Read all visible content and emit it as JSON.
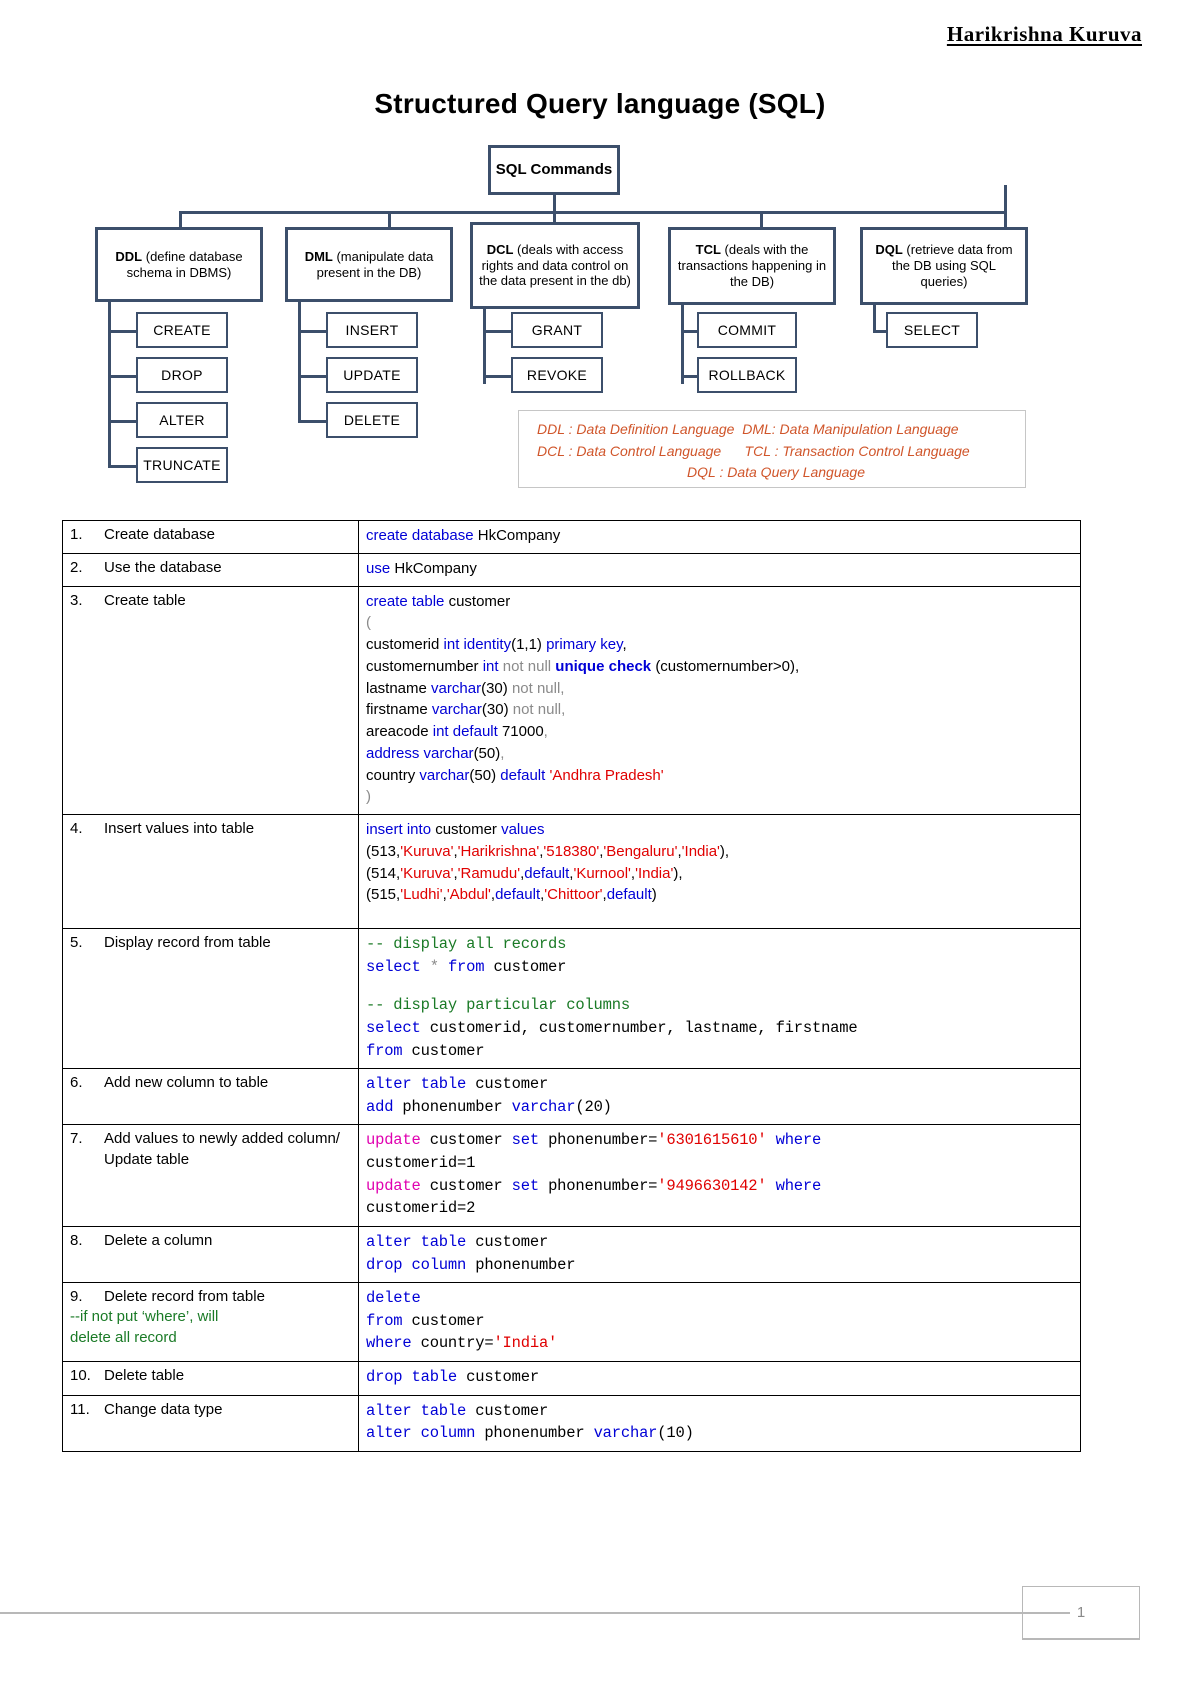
{
  "header": {
    "author": "Harikrishna Kuruva",
    "title": "Structured Query language (SQL)"
  },
  "diagram": {
    "root": "SQL Commands",
    "branches": [
      {
        "code": "DDL",
        "desc": " (define database schema in DBMS)",
        "leaves": [
          "CREATE",
          "DROP",
          "ALTER",
          "TRUNCATE"
        ]
      },
      {
        "code": "DML",
        "desc": " (manipulate data present in the DB)",
        "leaves": [
          "INSERT",
          "UPDATE",
          "DELETE"
        ]
      },
      {
        "code": "DCL",
        "desc": " (deals with access rights and data control on the data present in the db)",
        "leaves": [
          "GRANT",
          "REVOKE"
        ]
      },
      {
        "code": "TCL",
        "desc": " (deals with the transactions happening in the DB)",
        "leaves": [
          "COMMIT",
          "ROLLBACK"
        ]
      },
      {
        "code": "DQL",
        "desc": " (retrieve data from the DB using SQL queries)",
        "leaves": [
          "SELECT"
        ]
      }
    ],
    "legend": [
      "DDL : Data Definition Language  DML: Data Manipulation Language",
      "DCL : Data Control Language      TCL : Transaction Control Language",
      "DQL : Data Query Language"
    ],
    "legend_color": "#d0552a",
    "box_border_color": "#3c4f6b"
  },
  "table": {
    "rows": [
      {
        "num": "1.",
        "task": "Create database"
      },
      {
        "num": "2.",
        "task": "Use the database"
      },
      {
        "num": "3.",
        "task": "Create table"
      },
      {
        "num": "4.",
        "task": "Insert values into table"
      },
      {
        "num": "5.",
        "task": "Display record from table"
      },
      {
        "num": "6.",
        "task": "Add new column to table"
      },
      {
        "num": "7.",
        "task": "Add values to newly added column/ Update table"
      },
      {
        "num": "8.",
        "task": "Delete a column"
      },
      {
        "num": "9.",
        "task": "Delete record from table",
        "note1": "--if not put ‘where’, will",
        "note2": "delete all record"
      },
      {
        "num": "10.",
        "task": "Delete table"
      },
      {
        "num": "11.",
        "task": "Change data type"
      }
    ],
    "code": {
      "r1": "create database HkCompany",
      "r2": "use HkCompany",
      "r3_l1": "create table customer",
      "r3_l2": "(",
      "r3_l3": "customerid int identity(1,1) primary key,",
      "r3_l4": "customernumber int not null unique check (customernumber>0),",
      "r3_l5": "lastname varchar(30) not null,",
      "r3_l6": "firstname varchar(30) not null,",
      "r3_l7": "areacode int default 71000,",
      "r3_l8": "address varchar(50),",
      "r3_l9": "country varchar(50) default 'Andhra Pradesh'",
      "r3_l10": ")",
      "r4_l1": "insert into customer values",
      "r4_l2": "(513,'Kuruva','Harikrishna','518380','Bengaluru','India'),",
      "r4_l3": "(514,'Kuruva','Ramudu',default,'Kurnool','India'),",
      "r4_l4": "(515,'Ludhi','Abdul',default,'Chittoor',default)",
      "r5_c1": "-- display all records",
      "r5_l1": "select * from customer",
      "r5_c2": "-- display particular columns",
      "r5_l2": "select customerid, customernumber, lastname, firstname",
      "r5_l3": "from customer",
      "r6_l1": "alter table customer",
      "r6_l2": "add phonenumber varchar(20)",
      "r7_l1": "update customer set phonenumber='6301615610' where",
      "r7_l2": "customerid=1",
      "r7_l3": "update customer set phonenumber='9496630142' where",
      "r7_l4": "customerid=2",
      "r8_l1": "alter table customer",
      "r8_l2": "drop column phonenumber",
      "r9_l1": "delete",
      "r9_l2": "from customer",
      "r9_l3": "where country='India'",
      "r10_l1": "drop table customer",
      "r11_l1": "alter table customer",
      "r11_l2": "alter column phonenumber varchar(10)"
    }
  },
  "footer": {
    "page_number": "1"
  }
}
